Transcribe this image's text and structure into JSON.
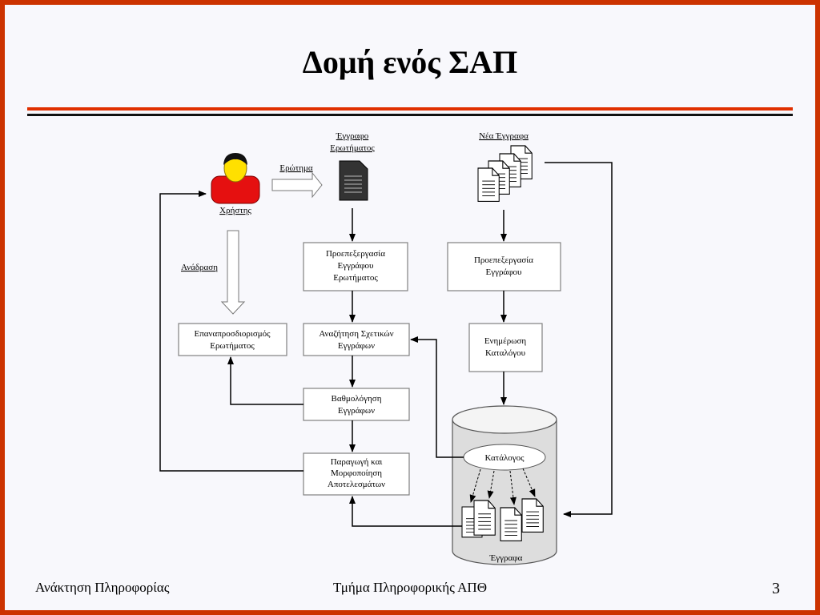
{
  "slide": {
    "title": "Δομή ενός ΣΑΠ",
    "footer_left": "Ανάκτηση Πληροφορίας",
    "footer_center": "Τμήμα Πληροφορικής ΑΠΘ",
    "page_number": "3"
  },
  "diagram": {
    "user_label": "Χρήστης",
    "query_arrow_label": "Ερώτημα",
    "query_doc_label": [
      "Έγγραφο",
      "Ερωτήματος"
    ],
    "new_docs_label": "Νέα Έγγραφα",
    "feedback_label": "Ανάδραση",
    "boxes": {
      "preprocess_query": [
        "Προεπεξεργασία",
        "Εγγράφου",
        "Ερωτήματος"
      ],
      "preprocess_doc": [
        "Προεπεξεργασία",
        "Εγγράφου"
      ],
      "reformulation": [
        "Επαναπροσδιορισμός",
        "Ερωτήματος"
      ],
      "search": [
        "Αναζήτηση Σχετικών",
        "Εγγράφων"
      ],
      "update_index": [
        "Ενημέρωση",
        "Καταλόγου"
      ],
      "ranking": [
        "Βαθμολόγηση",
        "Εγγράφων"
      ],
      "output": [
        "Παραγωγή και",
        "Μορφοποίηση",
        "Αποτελεσμάτων"
      ]
    },
    "index_label": "Κατάλογος",
    "documents_label": "Έγγραφα"
  },
  "colors": {
    "frame": "#cc3300",
    "background": "#f8f8fc",
    "rule_red": "#e03000",
    "user_body": "#e51010",
    "user_face": "#ffe000"
  }
}
